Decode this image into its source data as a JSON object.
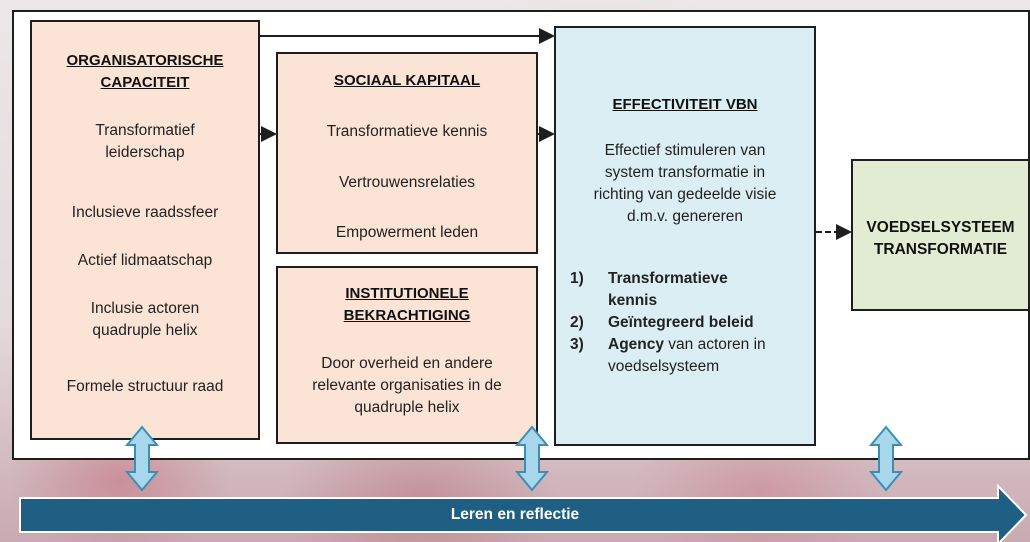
{
  "organisatorische_capaciteit": {
    "title": "ORGANISATORISCHE\nCAPACITEIT",
    "items": [
      "Transformatief\nleiderschap",
      "Inclusieve raadssfeer",
      "Actief lidmaatschap",
      "Inclusie actoren\nquadruple helix",
      "Formele structuur raad"
    ]
  },
  "sociaal_kapitaal": {
    "title": "SOCIAAL KAPITAAL",
    "items": [
      "Transformatieve kennis",
      "Vertrouwensrelaties",
      "Empowerment leden"
    ]
  },
  "institutionele_bekrachtiging": {
    "title": "INSTITUTIONELE\nBEKRACHTIGING",
    "description": "Door overheid en andere\nrelevante organisaties in de\nquadruple helix"
  },
  "effectiviteit_vbn": {
    "title": "EFFECTIVITEIT VBN",
    "description": "Effectief stimuleren van\nsystem transformatie in\nrichting van gedeelde visie\nd.m.v. genereren",
    "list": [
      {
        "num": "1)",
        "bold": "Transformatieve\nkennis",
        "rest": ""
      },
      {
        "num": "2)",
        "bold": "Geïntegreerd beleid",
        "rest": ""
      },
      {
        "num": "3)",
        "bold": "Agency",
        "rest": " van actoren in\nvoedselsysteem"
      }
    ]
  },
  "voedselsysteem": {
    "title": "VOEDSELSYSTEEM\nTRANSFORMATIE"
  },
  "banner": {
    "label": "Leren en reflectie"
  },
  "colors": {
    "pink": "#fbe3d6",
    "blue": "#dbeef4",
    "green": "#e2ecd3",
    "arrow_fill": "#1f5f84",
    "double_arrow_fill": "#a8d6ea"
  }
}
